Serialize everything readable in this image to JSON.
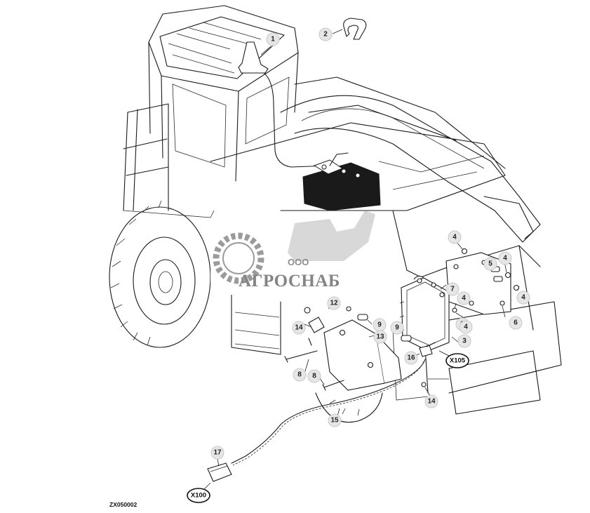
{
  "figure_id": "ZX050002",
  "watermark": {
    "prefix": "ООО",
    "name": "АГРОСНАБ"
  },
  "callouts": [
    {
      "label": "1"
    },
    {
      "label": "2"
    },
    {
      "label": "3"
    },
    {
      "label": "3"
    },
    {
      "label": "4"
    },
    {
      "label": "4"
    },
    {
      "label": "4"
    },
    {
      "label": "4"
    },
    {
      "label": "4"
    },
    {
      "label": "5"
    },
    {
      "label": "6"
    },
    {
      "label": "7"
    },
    {
      "label": "8"
    },
    {
      "label": "8"
    },
    {
      "label": "9"
    },
    {
      "label": "9"
    },
    {
      "label": "12"
    },
    {
      "label": "13"
    },
    {
      "label": "14"
    },
    {
      "label": "14"
    },
    {
      "label": "15"
    },
    {
      "label": "16"
    },
    {
      "label": "17"
    }
  ],
  "connectors": [
    {
      "label": "X105"
    },
    {
      "label": "X100"
    }
  ],
  "colors": {
    "line": "#1a1a1a",
    "callout_fill": "#e6e6e6",
    "watermark": "#7a7a7a"
  }
}
